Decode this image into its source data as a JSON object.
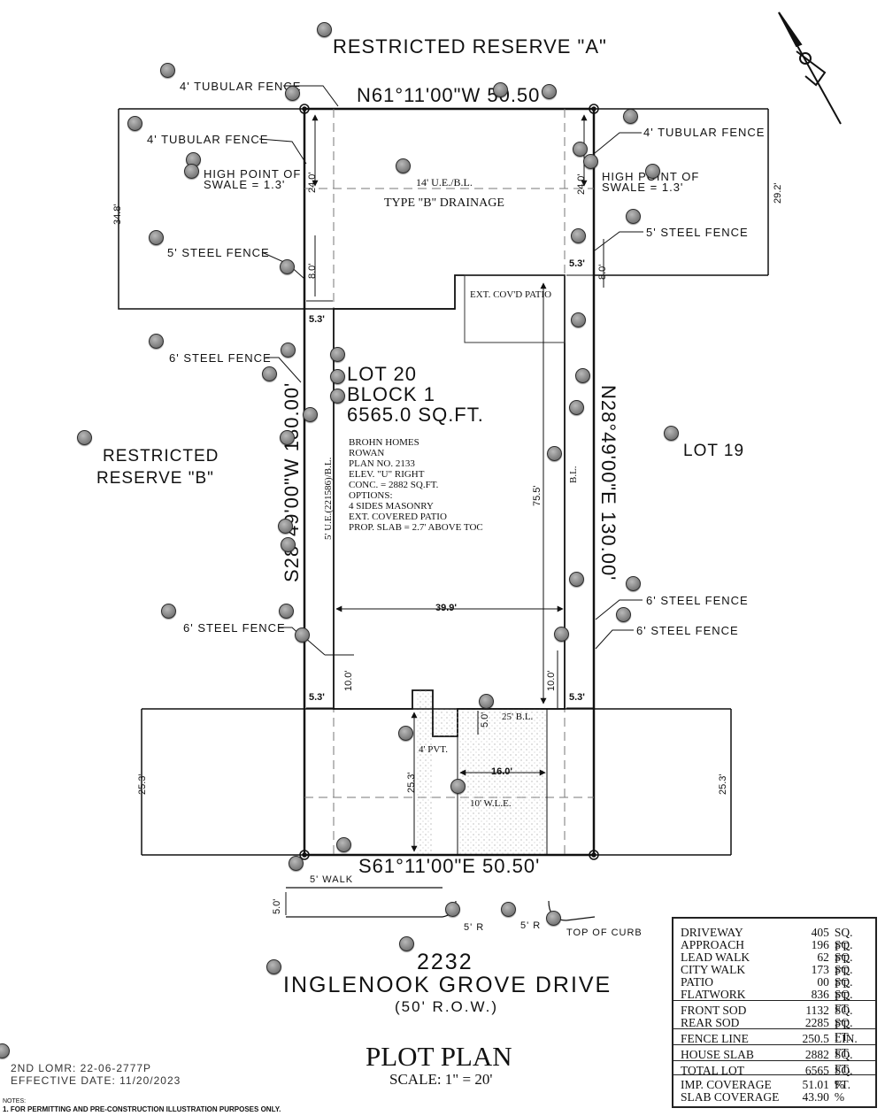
{
  "reserve_a": "RESTRICTED RESERVE \"A\"",
  "reserve_b_line1": "RESTRICTED",
  "reserve_b_line2": "RESERVE \"B\"",
  "lot19": "LOT 19",
  "lot": {
    "line1": "LOT 20",
    "line2": "BLOCK 1",
    "line3": "6565.0 SQ.FT."
  },
  "house_info": [
    "BROHN HOMES",
    "ROWAN",
    "PLAN NO. 2133",
    "ELEV. \"U\" RIGHT",
    "CONC. = 2882 SQ.FT.",
    "OPTIONS:",
    "4 SIDES MASONRY",
    "EXT. COVERED PATIO",
    "PROP. SLAB = 2.7' ABOVE TOC"
  ],
  "bearings": {
    "north": "N61°11'00\"W   50.50",
    "south": "S61°11'00\"E   50.50'",
    "west": "S28°49'00\"W   130.00'",
    "east": "N28°49'00\"E   130.00'"
  },
  "dims": {
    "d34_8": "34.8'",
    "d29_2": "29.2'",
    "d24_0": "24.0'",
    "d24_0r": "24.0'",
    "d8_0": "8.0'",
    "d8_0r": "8.0'",
    "d5_3_tl": "5.3'",
    "d5_3_tr": "5.3'",
    "d5_3_bl": "5.3'",
    "d5_3_br": "5.3'",
    "d75_5": "75.5'",
    "d39_9": "39.9'",
    "d10_0l": "10.0'",
    "d10_0r": "10.0'",
    "d5_0": "5.0'",
    "d16_0": "16.0'",
    "d25_3l": "25.3'",
    "d25_3m": "25.3'",
    "d25_3r": "25.3'",
    "d5_0walk": "5.0'"
  },
  "labels": {
    "fence4_top": "4' TUBULAR FENCE",
    "fence4_left": "4' TUBULAR FENCE",
    "fence4_right": "4' TUBULAR FENCE",
    "high_left_1": "HIGH POINT OF",
    "high_left_2": "SWALE = 1.3'",
    "high_right_1": "HIGH POINT OF",
    "high_right_2": "SWALE = 1.3'",
    "ue_bl": "14' U.E./B.L.",
    "drainage": "TYPE \"B\" DRAINAGE",
    "steel5_left": "5' STEEL FENCE",
    "steel5_right": "5' STEEL FENCE",
    "patio": "EXT. COV'D PATIO",
    "steel6_left_top": "6' STEEL FENCE",
    "steel6_left_bot": "6' STEEL FENCE",
    "steel6_right_top": "6' STEEL FENCE",
    "steel6_right_bot": "6' STEEL FENCE",
    "ue_left": "5' U.E.(221586)/B.L.",
    "bl_right": "B.L.",
    "bl25": "25' B.L.",
    "pvt4": "4' PVT.",
    "wle": "10' W.L.E.",
    "walk": "5' WALK",
    "r5a": "5' R",
    "r5b": "5' R",
    "curb": "TOP OF CURB"
  },
  "address": {
    "number": "2232",
    "street": "INGLENOOK GROVE DRIVE",
    "row": "(50' R.O.W.)"
  },
  "title": {
    "main": "PLOT PLAN",
    "scale": "SCALE: 1\" = 20'"
  },
  "lomr": {
    "line1": "2ND LOMR: 22-06-2777P",
    "line2": "EFFECTIVE DATE: 11/20/2023"
  },
  "notes": {
    "heading": "NOTES:",
    "item1": "1.   FOR PERMITTING AND PRE-CONSTRUCTION ILLUSTRATION PURPOSES ONLY."
  },
  "summary": [
    {
      "name": "DRIVEWAY",
      "value": "405",
      "unit": "SQ. FT."
    },
    {
      "name": "APPROACH",
      "value": "196",
      "unit": "SQ. FT."
    },
    {
      "name": "LEAD WALK",
      "value": "62",
      "unit": "SQ. FT."
    },
    {
      "name": "CITY WALK",
      "value": "173",
      "unit": "SQ. FT."
    },
    {
      "name": "PATIO",
      "value": "00",
      "unit": "SQ. FT."
    },
    {
      "name": "FLATWORK",
      "value": "836",
      "unit": "SQ. FT."
    },
    {
      "name": "FRONT SOD",
      "value": "1132",
      "unit": "SQ. FT."
    },
    {
      "name": "REAR SOD",
      "value": "2285",
      "unit": "SQ. FT."
    },
    {
      "name": "FENCE LINE",
      "value": "250.5",
      "unit": "LIN. FT."
    },
    {
      "name": "HOUSE SLAB",
      "value": "2882",
      "unit": "SQ. FT."
    },
    {
      "name": "TOTAL LOT",
      "value": "6565",
      "unit": "SQ. FT."
    },
    {
      "name": "IMP. COVERAGE",
      "value": "51.01",
      "unit": "%"
    },
    {
      "name": "SLAB COVERAGE",
      "value": "43.90",
      "unit": "%"
    }
  ]
}
